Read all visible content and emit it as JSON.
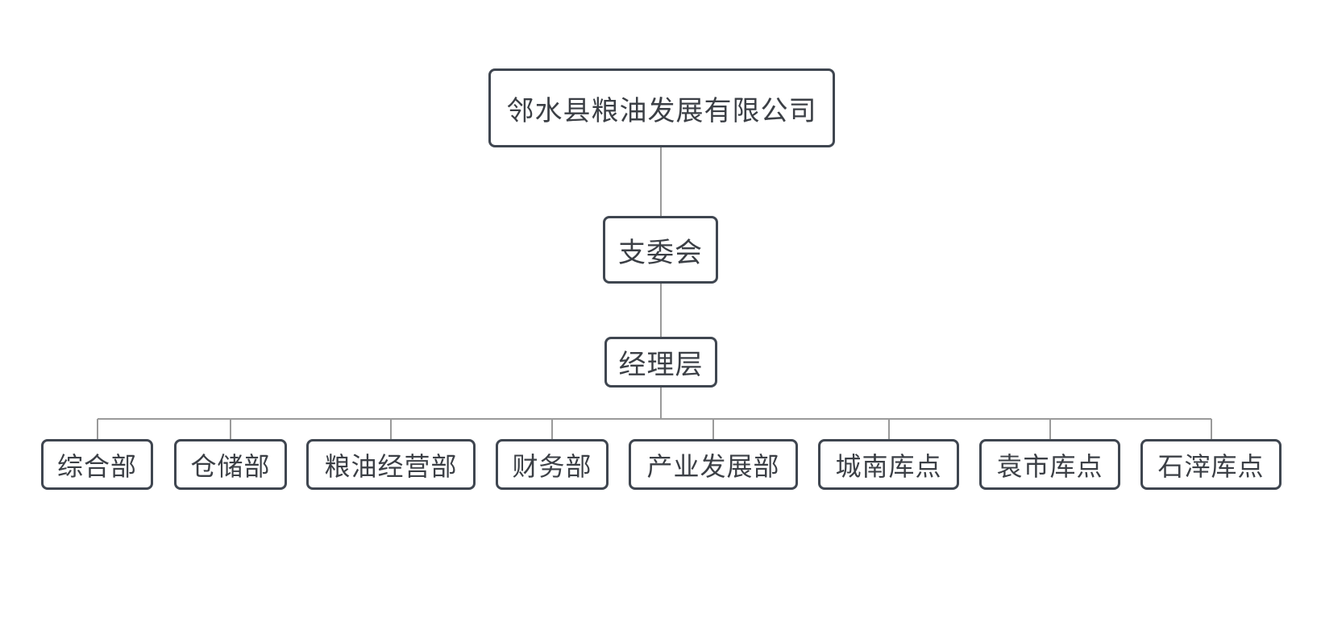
{
  "org_chart": {
    "root": {
      "label": "邻水县粮油发展有限公司"
    },
    "party_committee": {
      "label": "支委会"
    },
    "management": {
      "label": "经理层"
    },
    "departments": [
      {
        "label": "综合部"
      },
      {
        "label": "仓储部"
      },
      {
        "label": "粮油经营部"
      },
      {
        "label": "财务部"
      },
      {
        "label": "产业发展部"
      },
      {
        "label": "城南库点"
      },
      {
        "label": "袁市库点"
      },
      {
        "label": "石滓库点"
      }
    ]
  },
  "colors": {
    "node_border": "#3f4650",
    "node_text": "#3b3f45",
    "connector": "#9a9a9a",
    "background": "#ffffff"
  }
}
